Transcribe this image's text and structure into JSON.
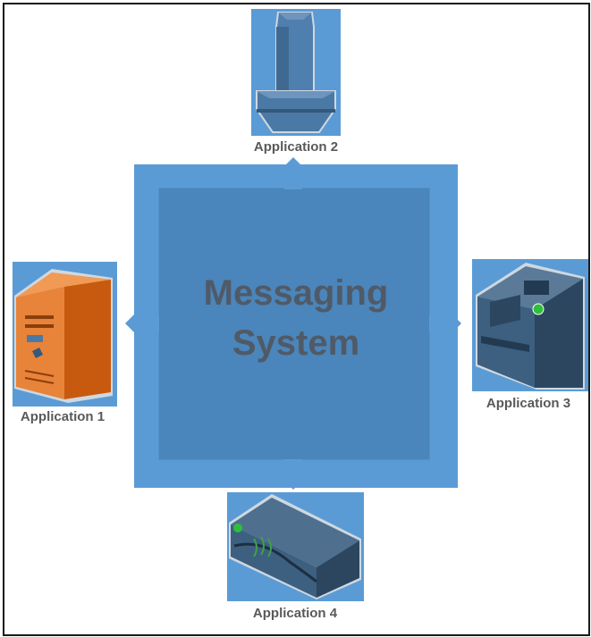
{
  "center": {
    "title_line1": "Messaging",
    "title_line2": "System",
    "outer_color": "#5b9bd5",
    "inner_color": "#4a85bb"
  },
  "nodes": [
    {
      "label": "Application 1",
      "icon": "desktop-tower-pc-icon",
      "color": "#e06a1a"
    },
    {
      "label": "Application 2",
      "icon": "mainframe-tower-icon",
      "color": "#4f7fae"
    },
    {
      "label": "Application 3",
      "icon": "printer-icon",
      "color": "#3d5f80"
    },
    {
      "label": "Application 4",
      "icon": "scanner-device-icon",
      "color": "#3d5f80"
    }
  ]
}
